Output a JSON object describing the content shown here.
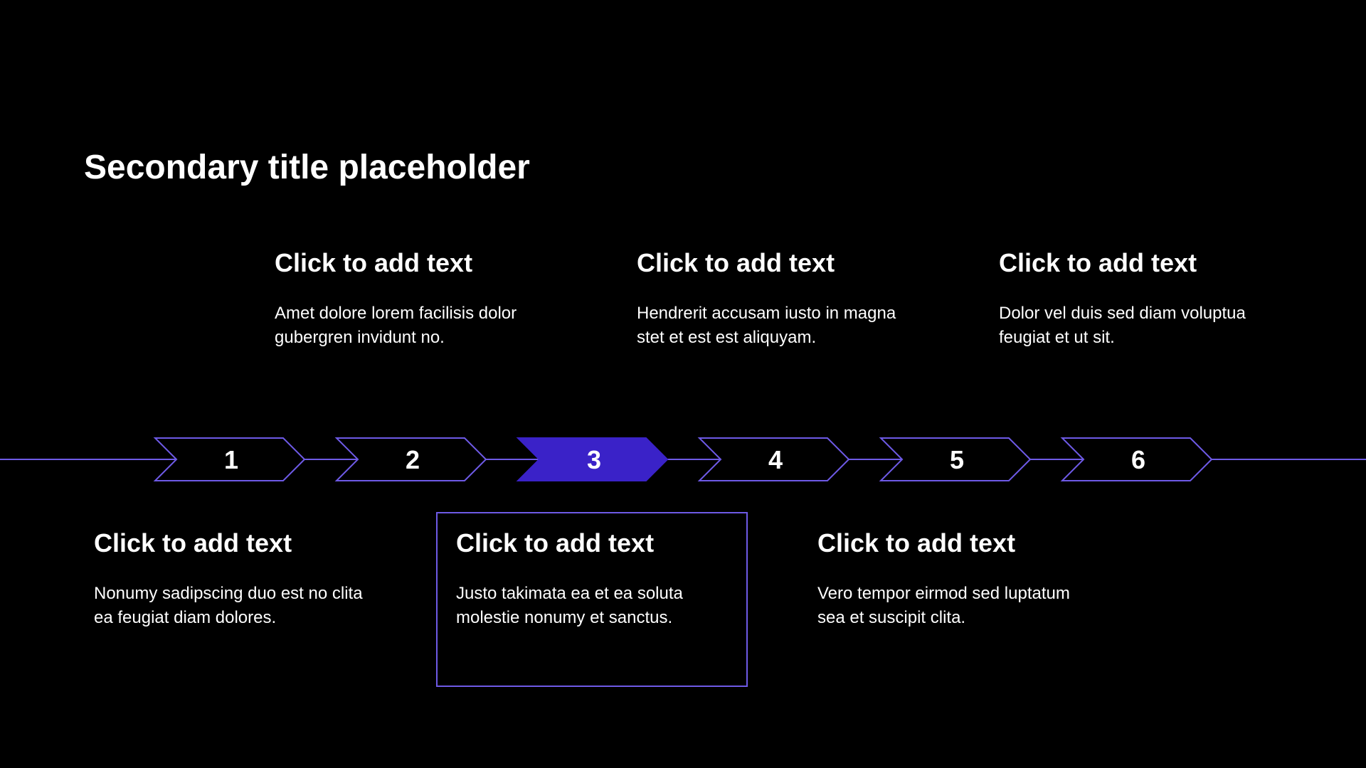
{
  "title": "Secondary title placeholder",
  "colors": {
    "background": "#000000",
    "accent_line": "#6e5ae6",
    "active_fill": "#3a22c8",
    "text": "#ffffff"
  },
  "steps": [
    {
      "label": "1",
      "active": false
    },
    {
      "label": "2",
      "active": false
    },
    {
      "label": "3",
      "active": true
    },
    {
      "label": "4",
      "active": false
    },
    {
      "label": "5",
      "active": false
    },
    {
      "label": "6",
      "active": false
    }
  ],
  "top_blocks": [
    {
      "heading": "Click to add text",
      "body": "Amet dolore lorem facilisis dolor gubergren invidunt no."
    },
    {
      "heading": "Click to add text",
      "body": "Hendrerit accusam iusto in magna stet et est est aliquyam."
    },
    {
      "heading": "Click to add text",
      "body": "Dolor vel duis sed diam voluptua feugiat et ut sit."
    }
  ],
  "bottom_blocks": [
    {
      "heading": "Click to add text",
      "body": "Nonumy sadipscing duo est no clita ea feugiat diam dolores."
    },
    {
      "heading": "Click to add text",
      "body": "Justo takimata ea et ea soluta molestie nonumy et sanctus."
    },
    {
      "heading": "Click to add text",
      "body": "Vero tempor eirmod sed luptatum sea et suscipit clita."
    }
  ]
}
